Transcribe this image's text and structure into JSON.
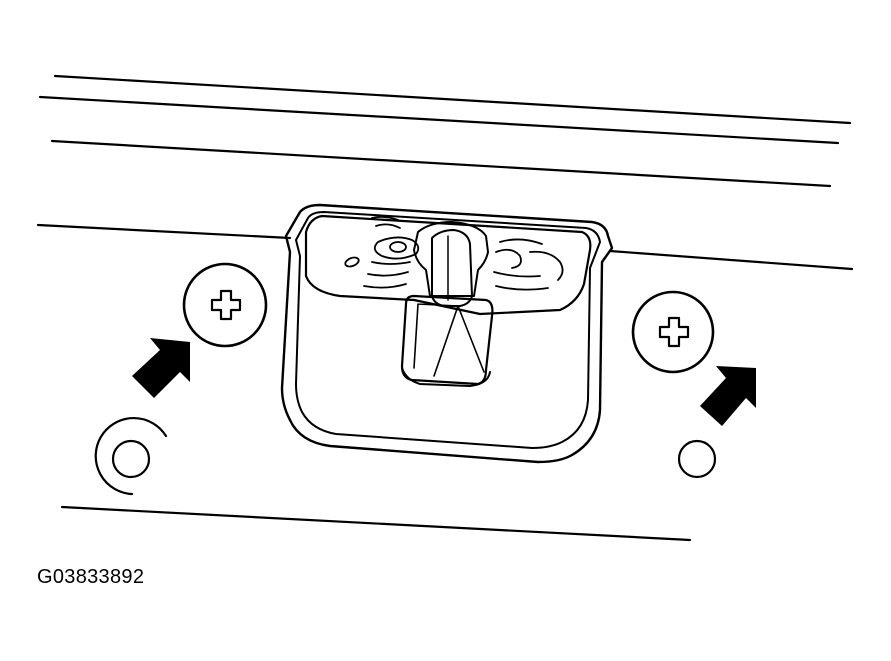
{
  "figure": {
    "code": "G03833892",
    "line_color": "#000000",
    "background": "#ffffff",
    "parts": [
      "panel-line",
      "lamp-housing",
      "screw-head",
      "pointer-arrow",
      "mounting-hole"
    ]
  }
}
